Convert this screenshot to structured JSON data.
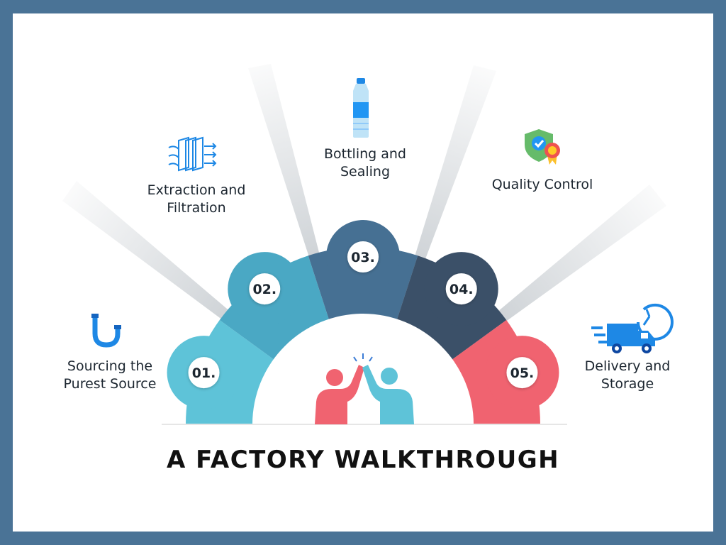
{
  "title": "A FACTORY WALKTHROUGH",
  "steps": [
    {
      "number": "01.",
      "label": "Sourcing the\nPurest Source",
      "icon": "pipe-icon",
      "color": "#5ec3d8"
    },
    {
      "number": "02.",
      "label": "Extraction and\nFiltration",
      "icon": "filter-icon",
      "color": "#4aa8c4"
    },
    {
      "number": "03.",
      "label": "Bottling and\nSealing",
      "icon": "water-bottle-icon",
      "color": "#467093"
    },
    {
      "number": "04.",
      "label": "Quality Control",
      "icon": "quality-badge-icon",
      "color": "#3b5068"
    },
    {
      "number": "05.",
      "label": "Delivery and\nStorage",
      "icon": "delivery-truck-icon",
      "color": "#f06370"
    }
  ],
  "center_icon": "high-five-icon"
}
